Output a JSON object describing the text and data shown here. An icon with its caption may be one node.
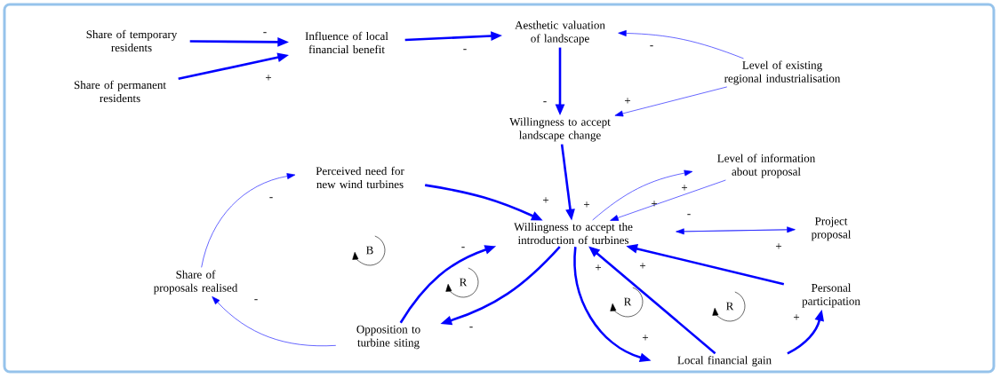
{
  "diagram": {
    "nodes": [
      {
        "text": [
          "Share of temporary residents"
        ]
      },
      {
        "text": [
          "Share of permanent residents"
        ]
      },
      {
        "text": [
          "Influence of local financial benefit"
        ]
      },
      {
        "text": [
          "Aesthetic valuation of landscape"
        ]
      },
      {
        "text": [
          "Level of existing regional industrialisation"
        ]
      },
      {
        "text": [
          "Willingness to accept landscape change"
        ]
      },
      {
        "text": [
          "Perceived need for new wind turbines"
        ]
      },
      {
        "text": [
          "Level of information about proposal"
        ]
      },
      {
        "text": [
          "Willingness to accept the introduction of turbines"
        ]
      },
      {
        "text": [
          "Project proposal"
        ]
      },
      {
        "text": [
          "Share of proposals realised"
        ]
      },
      {
        "text": [
          "Personal participation"
        ]
      },
      {
        "text": [
          "Opposition to turbine siting"
        ]
      },
      {
        "text": [
          "Local financial gain"
        ]
      }
    ],
    "edges": [
      {
        "from": 0,
        "to": 2,
        "arrow": "to",
        "label": "-"
      },
      {
        "from": 1,
        "to": 2,
        "arrow": "to",
        "label": "+"
      },
      {
        "from": 2,
        "to": 3,
        "arrow": "to",
        "label": "-"
      },
      {
        "from": 4,
        "to": 3,
        "arrow": "to",
        "label": "-"
      },
      {
        "from": 3,
        "to": 5,
        "arrow": "to",
        "label": "-"
      },
      {
        "from": 4,
        "to": 5,
        "arrow": "to",
        "label": "+"
      },
      {
        "from": 5,
        "to": 8,
        "arrow": "to",
        "label": "+"
      },
      {
        "from": 6,
        "to": 8,
        "arrow": "to",
        "label": "+"
      },
      {
        "from": 8,
        "to": 7,
        "arrow": "to",
        "label": "+"
      },
      {
        "from": 7,
        "to": 8,
        "arrow": "to",
        "label": "+"
      },
      {
        "from": 9,
        "to": 8,
        "arrow": "to",
        "label": "-"
      },
      {
        "from": 8,
        "to": 9,
        "arrow": "to",
        "label": "+"
      },
      {
        "from": 10,
        "to": 6,
        "arrow": "to",
        "label": "-"
      },
      {
        "from": 12,
        "to": 10,
        "arrow": "to",
        "label": "-"
      },
      {
        "from": 12,
        "to": 8,
        "arrow": "to",
        "label": "-"
      },
      {
        "from": 8,
        "to": 12,
        "arrow": "to",
        "label": "-"
      },
      {
        "from": 8,
        "to": 13,
        "arrow": "to",
        "label": "+"
      },
      {
        "from": 13,
        "to": 8,
        "arrow": "to",
        "label": "+"
      },
      {
        "from": 11,
        "to": 8,
        "arrow": "to",
        "label": "+"
      },
      {
        "from": 13,
        "to": 11,
        "arrow": "to",
        "label": "+"
      }
    ],
    "labels": [
      "B",
      "R",
      "R",
      "R"
    ]
  }
}
